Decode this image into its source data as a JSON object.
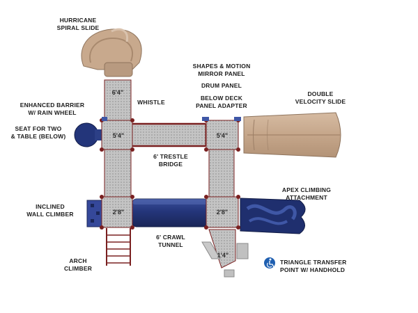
{
  "labels": {
    "hurricane_spiral_slide": "HURRICANE\nSPIRAL SLIDE",
    "shapes_motion_mirror_panel": "SHAPES & MOTION\nMIRROR PANEL",
    "drum_panel": "DRUM PANEL",
    "below_deck_panel_adapter": "BELOW DECK\nPANEL ADAPTER",
    "double_velocity_slide": "DOUBLE\nVELOCITY SLIDE",
    "enhanced_barrier": "ENHANCED BARRIER\nW/ RAIN WHEEL",
    "whistle": "WHISTLE",
    "seat_for_two": "SEAT FOR TWO\n& TABLE (BELOW)",
    "trestle_bridge": "6' TRESTLE\nBRIDGE",
    "apex_climbing": "APEX CLIMBING\nATTACHMENT",
    "inclined_wall_climber": "INCLINED\nWALL CLIMBER",
    "crawl_tunnel": "6' CRAWL\nTUNNEL",
    "arch_climber": "ARCH\nCLIMBER",
    "triangle_transfer": "TRIANGLE TRANSFER\nPOINT W/ HANDHOLD"
  },
  "deck_heights": {
    "top": "6'4\"",
    "left_middle": "5'4\"",
    "right_middle": "5'4\"",
    "left_bottom": "2'8\"",
    "right_bottom": "2'8\"",
    "triangle": "1'4\""
  },
  "icons": {
    "accessibility": "wheelchair-accessible-icon"
  },
  "colors": {
    "tan": "#c8a98d",
    "tan_dark": "#a8896e",
    "deck_gray": "#b9b9b9",
    "post_red": "#7a2020",
    "navy": "#1f2f6e",
    "navy_light": "#3f57a6"
  }
}
